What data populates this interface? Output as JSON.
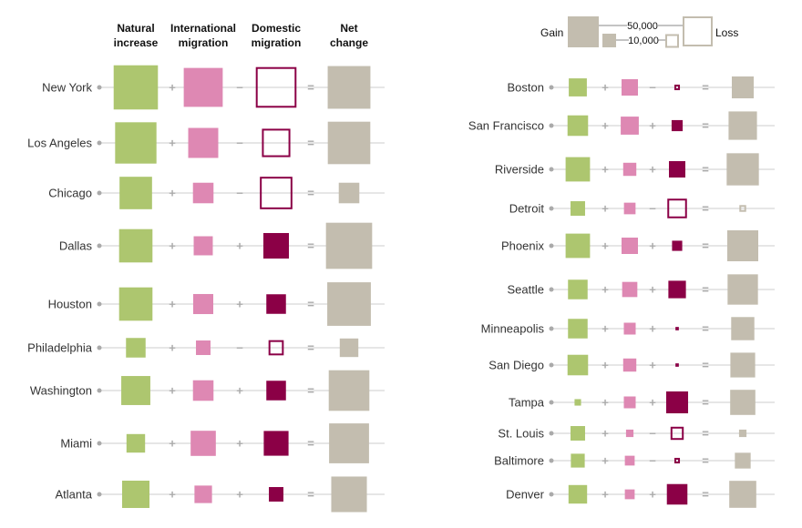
{
  "chart_data": {
    "type": "table",
    "headers": [
      "Natural increase",
      "International migration",
      "Domestic migration",
      "Net change"
    ],
    "legend": {
      "gain_label": "Gain",
      "loss_label": "Loss",
      "scale_labels": [
        "50,000",
        "10,000"
      ],
      "scale_values": [
        50000,
        10000
      ]
    },
    "colors": {
      "natural": "#adc66f",
      "international": "#de88b3",
      "domestic": "#8b0046",
      "net": "#c3bdaf",
      "line": "#cccccc",
      "operator": "#aaaaaa"
    },
    "operators": {
      "plus": "+",
      "minus": "−",
      "equals": "="
    },
    "metros": [
      {
        "name": "New York",
        "natural": 102000,
        "international": 79000,
        "domestic": -86000,
        "net": 95000
      },
      {
        "name": "Los Angeles",
        "natural": 89000,
        "international": 47000,
        "domestic": -42000,
        "net": 94000
      },
      {
        "name": "Chicago",
        "natural": 55000,
        "international": 22000,
        "domestic": -55000,
        "net": 22000
      },
      {
        "name": "Dallas",
        "natural": 58000,
        "international": 19000,
        "domestic": 34000,
        "net": 111000
      },
      {
        "name": "Houston",
        "natural": 58000,
        "international": 21000,
        "domestic": 20000,
        "net": 99000
      },
      {
        "name": "Philadelphia",
        "natural": 20000,
        "international": 11000,
        "domestic": -12000,
        "net": 18000
      },
      {
        "name": "Washington",
        "natural": 44000,
        "international": 22000,
        "domestic": 20000,
        "net": 86000
      },
      {
        "name": "Miami",
        "natural": 18000,
        "international": 33000,
        "domestic": 32000,
        "net": 83000
      },
      {
        "name": "Atlanta",
        "natural": 39000,
        "international": 16000,
        "domestic": 11000,
        "net": 66000
      },
      {
        "name": "Boston",
        "natural": 17000,
        "international": 14000,
        "domestic": -1600,
        "net": 25000
      },
      {
        "name": "San Francisco",
        "natural": 22000,
        "international": 17000,
        "domestic": 6400,
        "net": 42000
      },
      {
        "name": "Riverside",
        "natural": 31000,
        "international": 9000,
        "domestic": 14000,
        "net": 54000
      },
      {
        "name": "Detroit",
        "natural": 11000,
        "international": 7000,
        "domestic": -20000,
        "net": -2400
      },
      {
        "name": "Phoenix",
        "natural": 31000,
        "international": 14000,
        "domestic": 5400,
        "net": 50000
      },
      {
        "name": "Seattle",
        "natural": 20000,
        "international": 12000,
        "domestic": 16000,
        "net": 48000
      },
      {
        "name": "Minneapolis",
        "natural": 20000,
        "international": 7300,
        "domestic": 600,
        "net": 28000
      },
      {
        "name": "San Diego",
        "natural": 22000,
        "international": 9000,
        "domestic": 600,
        "net": 32000
      },
      {
        "name": "Tampa",
        "natural": 2200,
        "international": 7300,
        "domestic": 25000,
        "net": 33000
      },
      {
        "name": "St. Louis",
        "natural": 11000,
        "international": 2900,
        "domestic": -9000,
        "net": 2900
      },
      {
        "name": "Baltimore",
        "natural": 10000,
        "international": 5000,
        "domestic": -1600,
        "net": 13000
      },
      {
        "name": "Denver",
        "natural": 18000,
        "international": 5000,
        "domestic": 22000,
        "net": 38000
      }
    ]
  }
}
